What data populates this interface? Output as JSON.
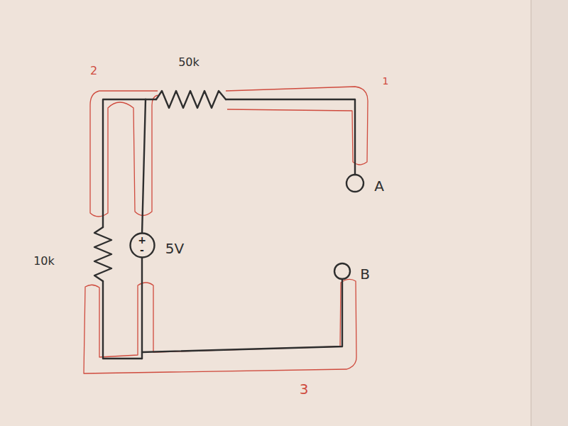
{
  "diagram": {
    "nodes": [
      {
        "text": [
          "+",
          "-"
        ]
      }
    ],
    "labels": [
      "50k",
      "10k",
      "5V",
      "A",
      "B",
      "1",
      "2",
      "3"
    ]
  }
}
